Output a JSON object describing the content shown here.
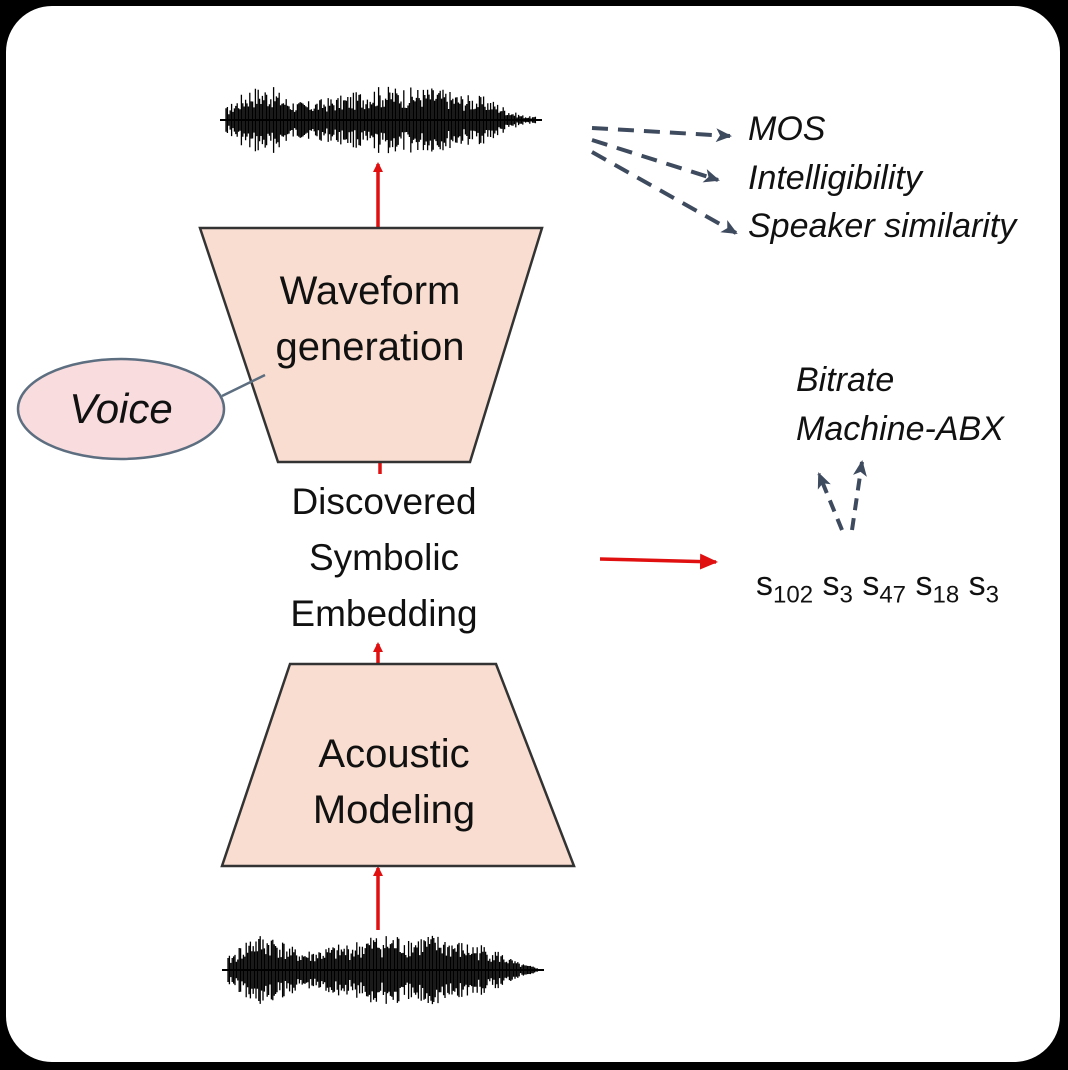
{
  "blocks": {
    "waveform_generation": "Waveform generation",
    "acoustic_modeling": "Acoustic Modeling",
    "voice": "Voice",
    "embedding": "Discovered Symbolic Embedding"
  },
  "output_metrics": [
    "MOS",
    "Intelligibility",
    "Speaker similarity"
  ],
  "code_metrics": [
    "Bitrate",
    "Machine-ABX"
  ],
  "symbol_sequence": [
    {
      "base": "s",
      "sub": "102"
    },
    {
      "base": "s",
      "sub": "3"
    },
    {
      "base": "s",
      "sub": "47"
    },
    {
      "base": "s",
      "sub": "18"
    },
    {
      "base": "s",
      "sub": "3"
    }
  ],
  "colors": {
    "block_fill": "#f8ddd0",
    "voice_fill": "#f9dcdd",
    "flow_arrow": "#e01010",
    "eval_arrow": "#3e4a5e",
    "waveform": "#000000"
  }
}
